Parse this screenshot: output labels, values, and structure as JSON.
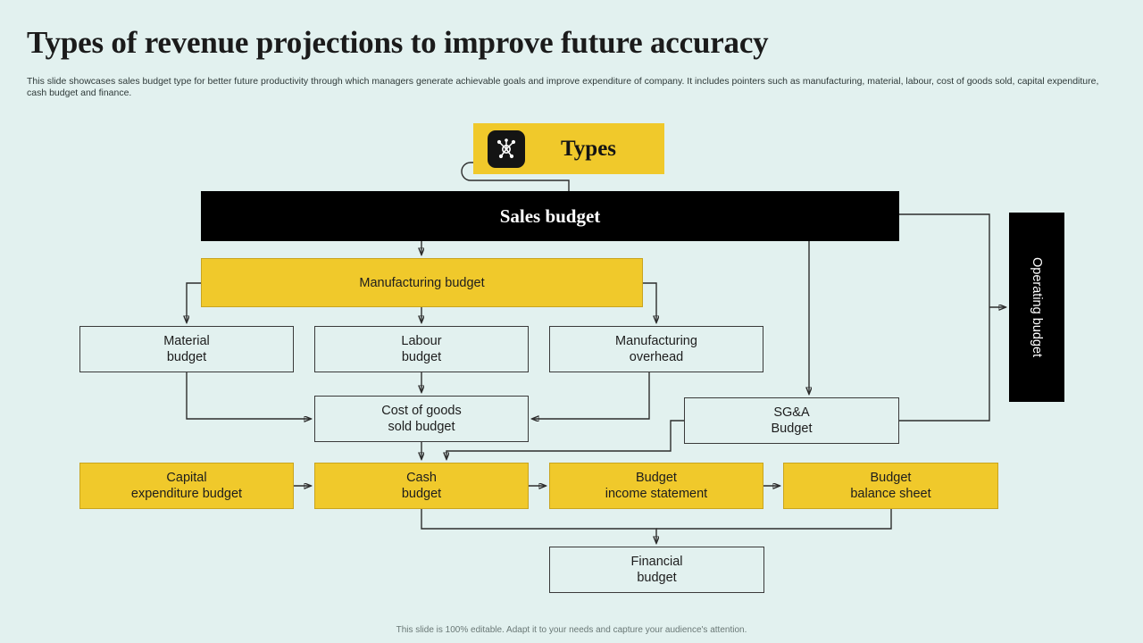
{
  "slide": {
    "title": "Types of revenue projections to improve future accuracy",
    "subtitle": "This slide showcases sales budget type for better future productivity through which managers generate achievable goals and improve expenditure of company. It includes pointers such as manufacturing, material, labour, cost of goods sold, capital expenditure, cash budget and finance.",
    "footer": "This slide is 100% editable. Adapt it to your needs and capture your audience's attention."
  },
  "badge": {
    "label": "Types",
    "icon": "network-hub-icon"
  },
  "colors": {
    "background": "#e2f1ef",
    "accent_yellow": "#f0c92b",
    "dark": "#000000",
    "box_light": "#e2f1ef",
    "stroke": "#2d2d2d",
    "title_text": "#1b1b1b"
  },
  "diagram": {
    "type": "flowchart",
    "nodes": [
      {
        "id": "sales-budget",
        "label": "Sales budget",
        "style": "dark"
      },
      {
        "id": "operating-budget",
        "label": "Operating budget",
        "style": "dark"
      },
      {
        "id": "manufacturing-budget",
        "label": "Manufacturing  budget",
        "style": "yellow"
      },
      {
        "id": "material-budget",
        "label_line1": "Material",
        "label_line2": "budget",
        "style": "light"
      },
      {
        "id": "labour-budget",
        "label_line1": "Labour",
        "label_line2": "budget",
        "style": "light"
      },
      {
        "id": "manufacturing-overhead",
        "label_line1": "Manufacturing",
        "label_line2": "overhead",
        "style": "light"
      },
      {
        "id": "cogs-budget",
        "label_line1": "Cost of goods",
        "label_line2": "sold budget",
        "style": "light"
      },
      {
        "id": "sga-budget",
        "label_line1": "SG&A",
        "label_line2": "Budget",
        "style": "light"
      },
      {
        "id": "capital-expenditure",
        "label_line1": "Capital",
        "label_line2": "expenditure budget",
        "style": "yellow"
      },
      {
        "id": "cash-budget",
        "label_line1": "Cash",
        "label_line2": "budget",
        "style": "yellow"
      },
      {
        "id": "budget-income",
        "label_line1": "Budget",
        "label_line2": "income statement",
        "style": "yellow"
      },
      {
        "id": "budget-balance",
        "label_line1": "Budget",
        "label_line2": "balance sheet",
        "style": "yellow"
      },
      {
        "id": "financial-budget",
        "label_line1": "Financial",
        "label_line2": "budget",
        "style": "light"
      }
    ],
    "edges": [
      {
        "from": "types",
        "to": "sales-budget"
      },
      {
        "from": "sales-budget",
        "to": "manufacturing-budget"
      },
      {
        "from": "sales-budget",
        "to": "sga-budget"
      },
      {
        "from": "sales-budget",
        "to": "operating-budget"
      },
      {
        "from": "manufacturing-budget",
        "to": "material-budget"
      },
      {
        "from": "manufacturing-budget",
        "to": "labour-budget"
      },
      {
        "from": "manufacturing-budget",
        "to": "manufacturing-overhead"
      },
      {
        "from": "material-budget",
        "to": "cogs-budget"
      },
      {
        "from": "labour-budget",
        "to": "cogs-budget"
      },
      {
        "from": "manufacturing-overhead",
        "to": "cogs-budget"
      },
      {
        "from": "sga-budget",
        "to": "operating-budget"
      },
      {
        "from": "sga-budget",
        "to": "cash-budget"
      },
      {
        "from": "cogs-budget",
        "to": "cash-budget"
      },
      {
        "from": "capital-expenditure",
        "to": "cash-budget"
      },
      {
        "from": "cash-budget",
        "to": "budget-income"
      },
      {
        "from": "budget-income",
        "to": "budget-balance"
      },
      {
        "from": "cash-budget",
        "to": "financial-budget"
      },
      {
        "from": "budget-balance",
        "to": "financial-budget"
      }
    ]
  }
}
